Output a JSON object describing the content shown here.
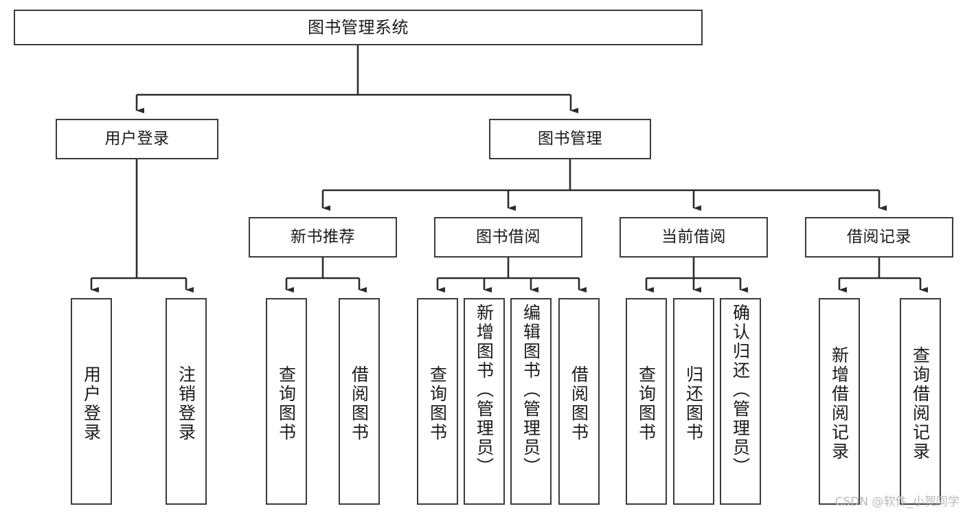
{
  "diagram": {
    "title": "图书管理系统",
    "type": "tree",
    "watermark": "CSDN @软件_小贺同学",
    "colors": {
      "box_border": "#3a3a3a",
      "box_fill": "#ffffff",
      "connector": "#2b2b2b",
      "text": "#1a1a1a",
      "watermark": "#b9b9b9",
      "background": "#ffffff"
    },
    "root": {
      "label": "图书管理系统"
    },
    "level2": [
      {
        "label": "用户登录"
      },
      {
        "label": "图书管理"
      }
    ],
    "level3": [
      {
        "label": "新书推荐"
      },
      {
        "label": "图书借阅"
      },
      {
        "label": "当前借阅"
      },
      {
        "label": "借阅记录"
      }
    ],
    "leaves": {
      "user_login": [
        {
          "label": "用户登录"
        },
        {
          "label": "注销登录"
        }
      ],
      "new_book": [
        {
          "label": "查询图书"
        },
        {
          "label": "借阅图书"
        }
      ],
      "book_borrow": [
        {
          "label": "查询图书"
        },
        {
          "label": "新增图书（管理员）"
        },
        {
          "label": "编辑图书（管理员）"
        },
        {
          "label": "借阅图书"
        }
      ],
      "current_borrow": [
        {
          "label": "查询图书"
        },
        {
          "label": "归还图书"
        },
        {
          "label": "确认归还（管理员）"
        }
      ],
      "borrow_record": [
        {
          "label": "新增借阅记录"
        },
        {
          "label": "查询借阅记录"
        }
      ]
    }
  }
}
